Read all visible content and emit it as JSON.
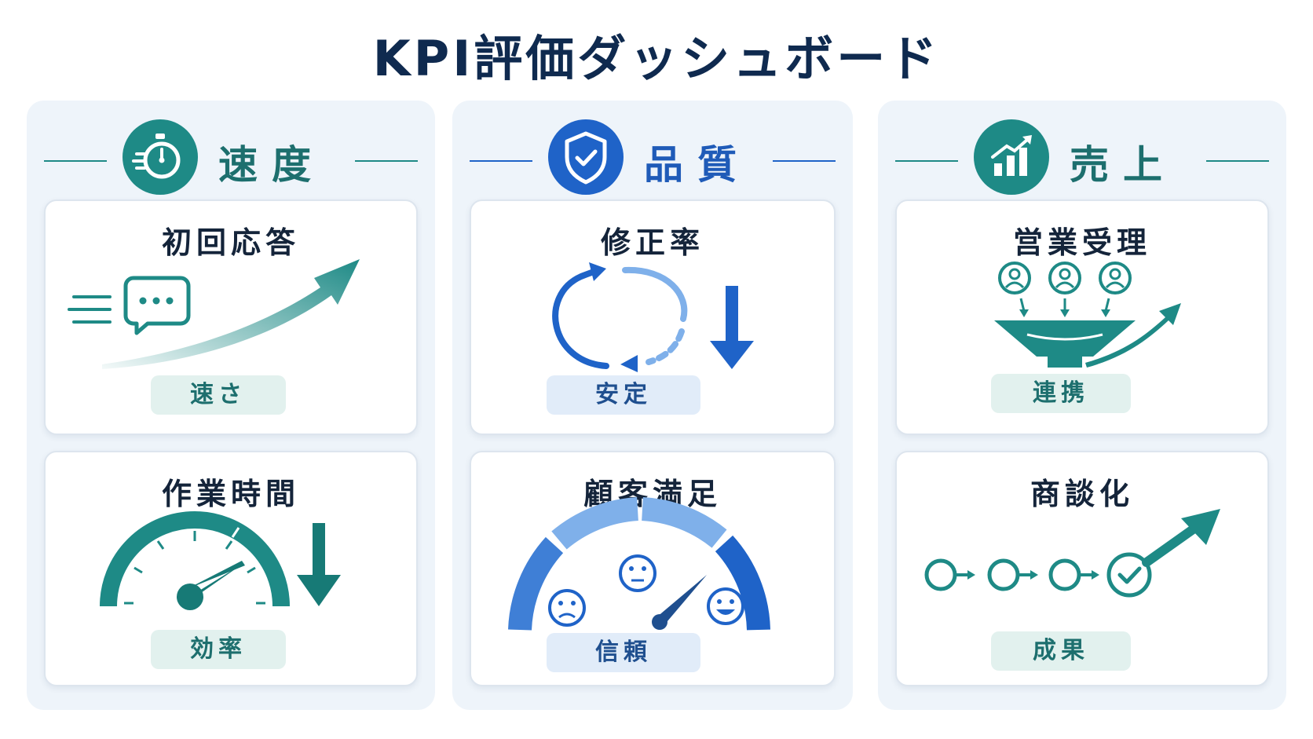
{
  "title": "KPI評価ダッシュボード",
  "colors": {
    "teal": "#1e8a86",
    "teal_dark": "#177a76",
    "blue": "#1f63c8",
    "blue_light": "#7fb0ea",
    "navy": "#0f2a4f"
  },
  "columns": [
    {
      "category": "速度",
      "icon": "stopwatch-icon",
      "cards": [
        {
          "title": "初回応答",
          "tag": "速さ",
          "icon": "chat-speed-arrow-icon"
        },
        {
          "title": "作業時間",
          "tag": "効率",
          "icon": "speedometer-down-icon"
        }
      ]
    },
    {
      "category": "品質",
      "icon": "shield-check-icon",
      "cards": [
        {
          "title": "修正率",
          "tag": "安定",
          "icon": "cycle-down-icon"
        },
        {
          "title": "顧客満足",
          "tag": "信頼",
          "icon": "satisfaction-gauge-icon"
        }
      ]
    },
    {
      "category": "売上",
      "icon": "bar-growth-icon",
      "cards": [
        {
          "title": "営業受理",
          "tag": "連携",
          "icon": "lead-funnel-icon"
        },
        {
          "title": "商談化",
          "tag": "成果",
          "icon": "pipeline-check-icon"
        }
      ]
    }
  ]
}
